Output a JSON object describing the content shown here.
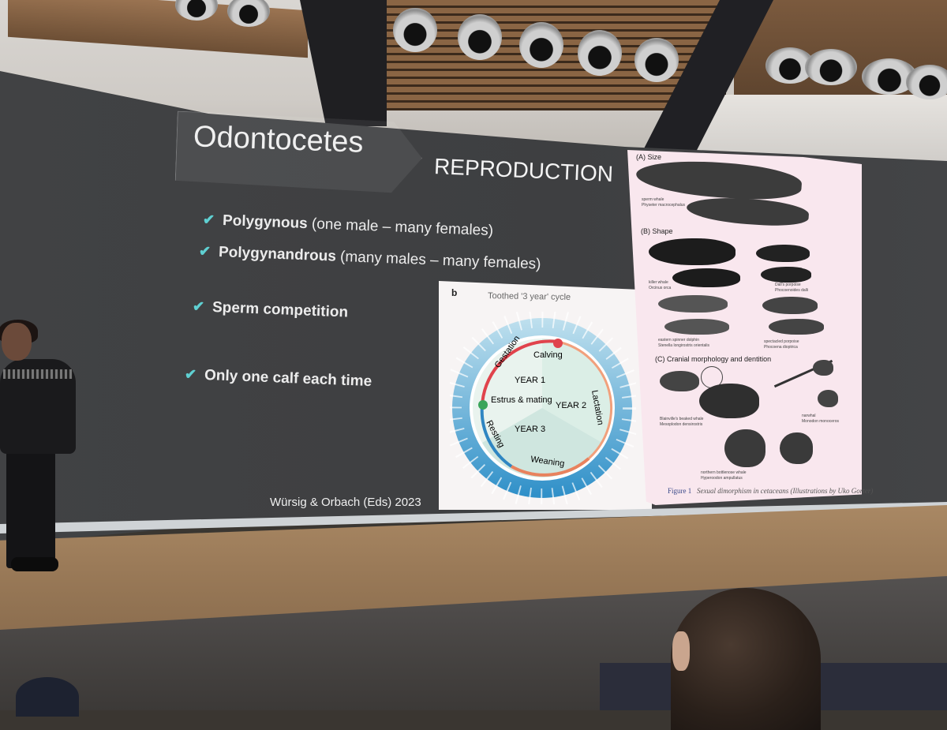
{
  "slide": {
    "title": "Odontocetes",
    "subtitle": "REPRODUCTION",
    "bullets": [
      {
        "bold": "Polygynous",
        "rest": " (one male – many females)"
      },
      {
        "bold": "Polygynandrous",
        "rest": " (many males – many females)"
      },
      {
        "bold": "Sperm competition",
        "rest": ""
      },
      {
        "bold": "Only one calf each time",
        "rest": ""
      }
    ],
    "citation": "Würsig & Orbach (Eds) 2023",
    "check_color": "#5fd0d2"
  },
  "figure_b": {
    "letter": "b",
    "title": "Toothed '3 year' cycle",
    "years": [
      "YEAR 1",
      "YEAR 2",
      "YEAR 3"
    ],
    "phases": [
      "Gestation",
      "Calving",
      "Lactation",
      "Weaning",
      "Resting",
      "Estrus & mating"
    ],
    "colors": {
      "gestation": "#e0434c",
      "lactation": "#f1a07c",
      "resting": "#2f86c2",
      "mating_dot": "#3aa55a",
      "calving_dot": "#e0434c"
    }
  },
  "figure_right": {
    "section_a": "(A) Size",
    "section_b": "(B) Shape",
    "section_c": "(C) Cranial morphology and dentition",
    "labels": [
      "sperm whale",
      "Physeter macrocephalus",
      "killer whale",
      "Orcinus orca",
      "Dall's porpoise",
      "Phocoenoides dalli",
      "eastern spinner dolphin",
      "Stenella longirostris orientalis",
      "spectacled porpoise",
      "Phocoena dioptrica",
      "Blainville's beaked whale",
      "Mesoplodon densirostris",
      "narwhal",
      "Monodon monoceros",
      "northern bottlenose whale",
      "Hyperoodon ampullatus"
    ],
    "figure_label": "Figure 1",
    "caption": "Sexual dimorphism in cetaceans (Illustrations by Uko Gorter)"
  }
}
